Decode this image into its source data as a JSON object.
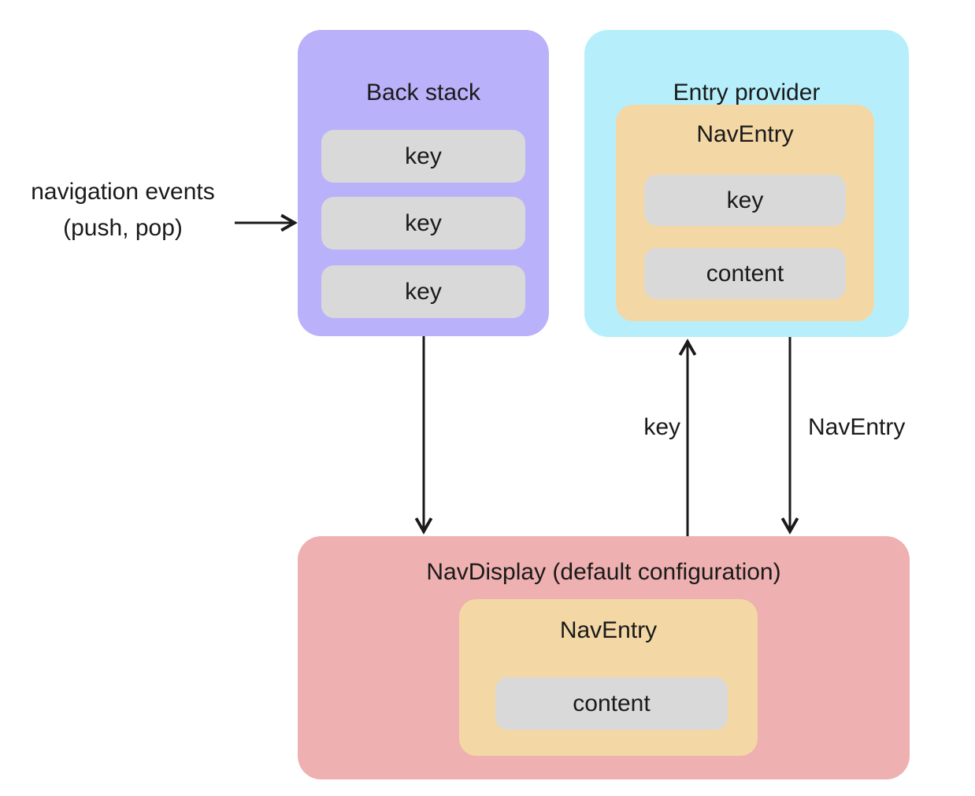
{
  "diagram": {
    "colors": {
      "back_stack_bg": "#b9b1f9",
      "entry_provider_bg": "#b6effb",
      "nav_entry_bg": "#f3d8a6",
      "nav_display_bg": "#eeb0b0",
      "item_bg": "#d9d9d9",
      "text": "#1a1a1a",
      "arrow": "#1a1a1a",
      "canvas_bg": "#ffffff"
    },
    "external_label": {
      "line1": "navigation events",
      "line2": "(push, pop)"
    },
    "back_stack": {
      "title": "Back stack",
      "items": [
        "key",
        "key",
        "key"
      ]
    },
    "entry_provider": {
      "title": "Entry provider",
      "nav_entry": {
        "title": "NavEntry",
        "items": [
          "key",
          "content"
        ]
      }
    },
    "nav_display": {
      "title": "NavDisplay (default configuration)",
      "nav_entry": {
        "title": "NavEntry",
        "items": [
          "content"
        ]
      }
    },
    "arrows": {
      "navigation_events": {
        "label": "",
        "direction": "right",
        "from": "navigation events (push, pop)",
        "to": "Back stack"
      },
      "backstack_to_navdisplay": {
        "label": "",
        "direction": "down",
        "from": "Back stack",
        "to": "NavDisplay (default configuration)"
      },
      "key": {
        "label": "key",
        "direction": "up",
        "from": "NavDisplay (default configuration)",
        "to": "Entry provider"
      },
      "nav_entry": {
        "label": "NavEntry",
        "direction": "down",
        "from": "Entry provider",
        "to": "NavDisplay (default configuration)"
      }
    }
  }
}
